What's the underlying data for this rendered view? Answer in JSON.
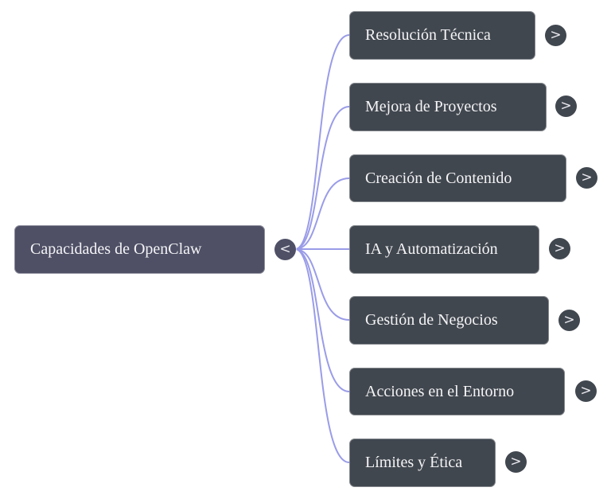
{
  "mindmap": {
    "root": {
      "label": "Capacidades de OpenClaw",
      "toggle_glyph": "<",
      "toggle_state": "expanded",
      "color": "#4f5066"
    },
    "link_color": "#9a9ce8",
    "child_color": "#41474f",
    "children": [
      {
        "label": "Resolución Técnica",
        "toggle_glyph": ">",
        "toggle_state": "collapsed"
      },
      {
        "label": "Mejora de Proyectos",
        "toggle_glyph": ">",
        "toggle_state": "collapsed"
      },
      {
        "label": "Creación de Contenido",
        "toggle_glyph": ">",
        "toggle_state": "collapsed"
      },
      {
        "label": "IA y Automatización",
        "toggle_glyph": ">",
        "toggle_state": "collapsed"
      },
      {
        "label": "Gestión de Negocios",
        "toggle_glyph": ">",
        "toggle_state": "collapsed"
      },
      {
        "label": "Acciones en el Entorno",
        "toggle_glyph": ">",
        "toggle_state": "collapsed"
      },
      {
        "label": "Límites y Ética",
        "toggle_glyph": ">",
        "toggle_state": "collapsed"
      }
    ]
  }
}
